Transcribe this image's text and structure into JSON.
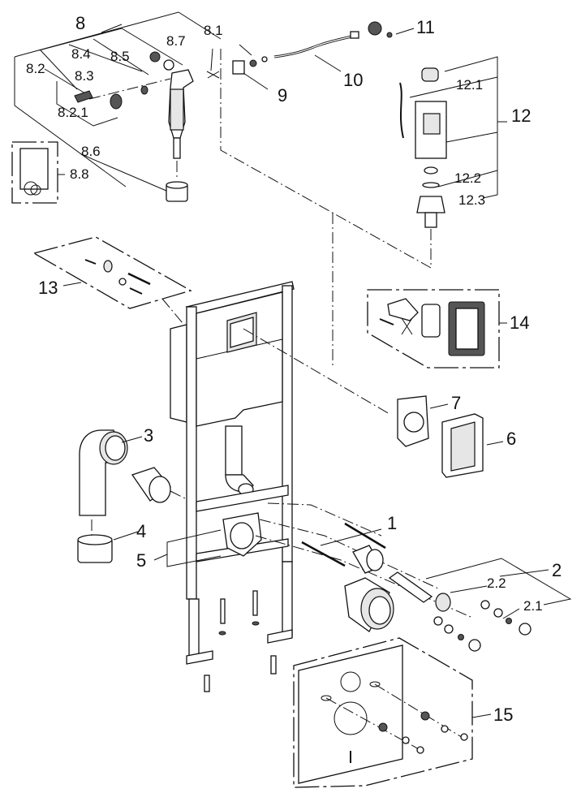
{
  "diagram": {
    "type": "exploded-parts-view",
    "subject": "wall-hung WC installation frame",
    "callouts": [
      {
        "id": "8",
        "label": "8"
      },
      {
        "id": "8.1",
        "label": "8.1"
      },
      {
        "id": "8.2",
        "label": "8.2"
      },
      {
        "id": "8.2.1",
        "label": "8.2.1"
      },
      {
        "id": "8.3",
        "label": "8.3"
      },
      {
        "id": "8.4",
        "label": "8.4"
      },
      {
        "id": "8.5",
        "label": "8.5"
      },
      {
        "id": "8.6",
        "label": "8.6"
      },
      {
        "id": "8.7",
        "label": "8.7"
      },
      {
        "id": "8.8",
        "label": "8.8"
      },
      {
        "id": "9",
        "label": "9"
      },
      {
        "id": "10",
        "label": "10"
      },
      {
        "id": "11",
        "label": "11"
      },
      {
        "id": "12",
        "label": "12"
      },
      {
        "id": "12.1",
        "label": "12.1"
      },
      {
        "id": "12.2",
        "label": "12.2"
      },
      {
        "id": "12.3",
        "label": "12.3"
      },
      {
        "id": "13",
        "label": "13"
      },
      {
        "id": "14",
        "label": "14"
      },
      {
        "id": "7",
        "label": "7"
      },
      {
        "id": "6",
        "label": "6"
      },
      {
        "id": "3",
        "label": "3"
      },
      {
        "id": "4",
        "label": "4"
      },
      {
        "id": "5",
        "label": "5"
      },
      {
        "id": "1",
        "label": "1"
      },
      {
        "id": "2",
        "label": "2"
      },
      {
        "id": "2.1",
        "label": "2.1"
      },
      {
        "id": "2.2",
        "label": "2.2"
      },
      {
        "id": "15",
        "label": "15"
      }
    ],
    "components": {
      "fill_valve": "fill-valve",
      "supply_hose": "supply-hose",
      "angle_valve": "angle-valve",
      "flush_valve": "flush-valve",
      "frame": "installation-frame",
      "wall_anchor_kit": "wall-anchor-kit",
      "actuator_kit": "actuator-kit",
      "access_cover": "access-cover",
      "protective_box": "protective-box",
      "drain_bend": "drain-bend",
      "drain_cap": "drain-cap",
      "bend_holder": "bend-holder",
      "threaded_rods": "threaded-rods",
      "connector_set": "connector-set",
      "sound_insulation_pad": "sound-insulation-pad"
    }
  }
}
